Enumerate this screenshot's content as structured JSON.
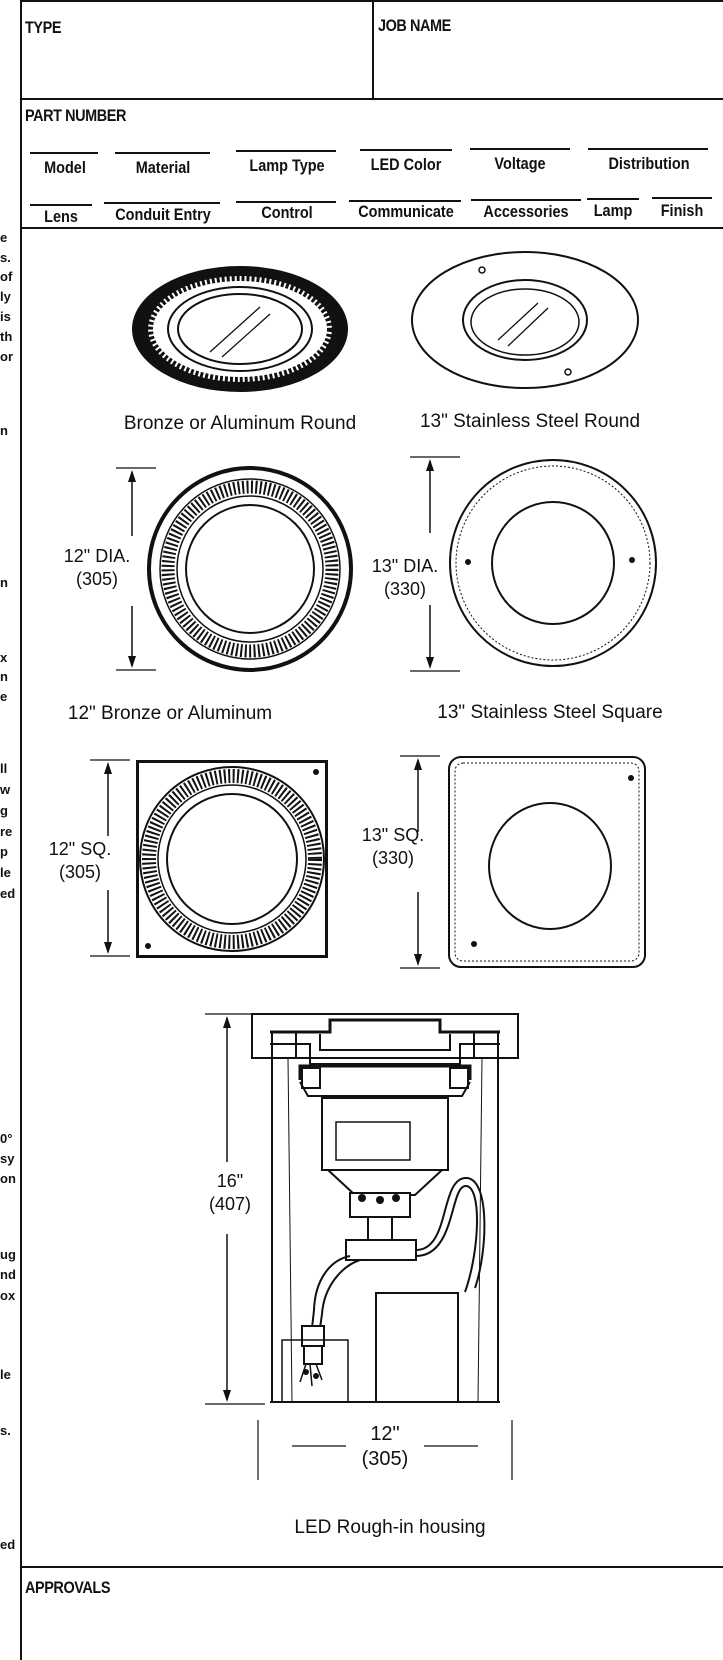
{
  "header": {
    "type_label": "TYPE",
    "job_name_label": "JOB NAME",
    "part_number_label": "PART NUMBER"
  },
  "part_fields_row1": [
    "Model",
    "Material",
    "Lamp Type",
    "LED Color",
    "Voltage",
    "Distribution"
  ],
  "part_fields_row2": [
    "Lens",
    "Conduit Entry",
    "Control",
    "Communicate",
    "Accessories",
    "Lamp",
    "Finish"
  ],
  "margin_fragments": [
    "e",
    "s.",
    "of",
    "ly",
    "is",
    "th",
    "or",
    "n",
    "n",
    "x",
    "n",
    "e",
    "ll",
    "w",
    "g",
    "re",
    "p",
    "le",
    "ed",
    "0°",
    "sy",
    "on",
    "ug",
    "nd",
    "ox",
    "le",
    "s.",
    "ed"
  ],
  "figures": {
    "bronze_round_caption": "Bronze or Aluminum Round",
    "ss_round_caption": "13\" Stainless Steel Round",
    "bronze_12_dia_line1": "12\" DIA.",
    "bronze_12_dia_line2": "(305)",
    "ss_13_dia_line1": "13\" DIA.",
    "ss_13_dia_line2": "(330)",
    "bronze_12_caption": "12\" Bronze or Aluminum",
    "ss_square_caption": "13\" Stainless Steel Square",
    "bronze_12_sq_line1": "12\" SQ.",
    "bronze_12_sq_line2": "(305)",
    "ss_13_sq_line1": "13\" SQ.",
    "ss_13_sq_line2": "(330)",
    "housing_height_line1": "16\"",
    "housing_height_line2": "(407)",
    "housing_width_line1": "12\"",
    "housing_width_line2": "(305)",
    "housing_caption": "LED Rough-in housing"
  },
  "approvals_label": "APPROVALS"
}
